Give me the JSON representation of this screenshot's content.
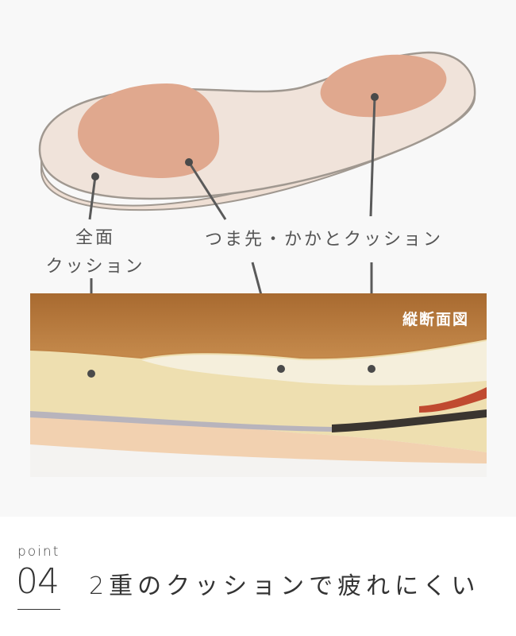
{
  "diagram": {
    "labels": {
      "full_cushion_line1": "全面",
      "full_cushion_line2": "クッション",
      "toe_heel_cushion": "つま先・かかとクッション"
    },
    "photo_caption": "縦断面図",
    "colors": {
      "insole_fill": "#f0e3da",
      "insole_stroke": "#a09890",
      "cushion_pad": "#e0a88e",
      "leader_line": "#555555",
      "background": "#f8f8f8"
    }
  },
  "point": {
    "word": "point",
    "number": "04",
    "title": "2重のクッションで疲れにくい"
  }
}
